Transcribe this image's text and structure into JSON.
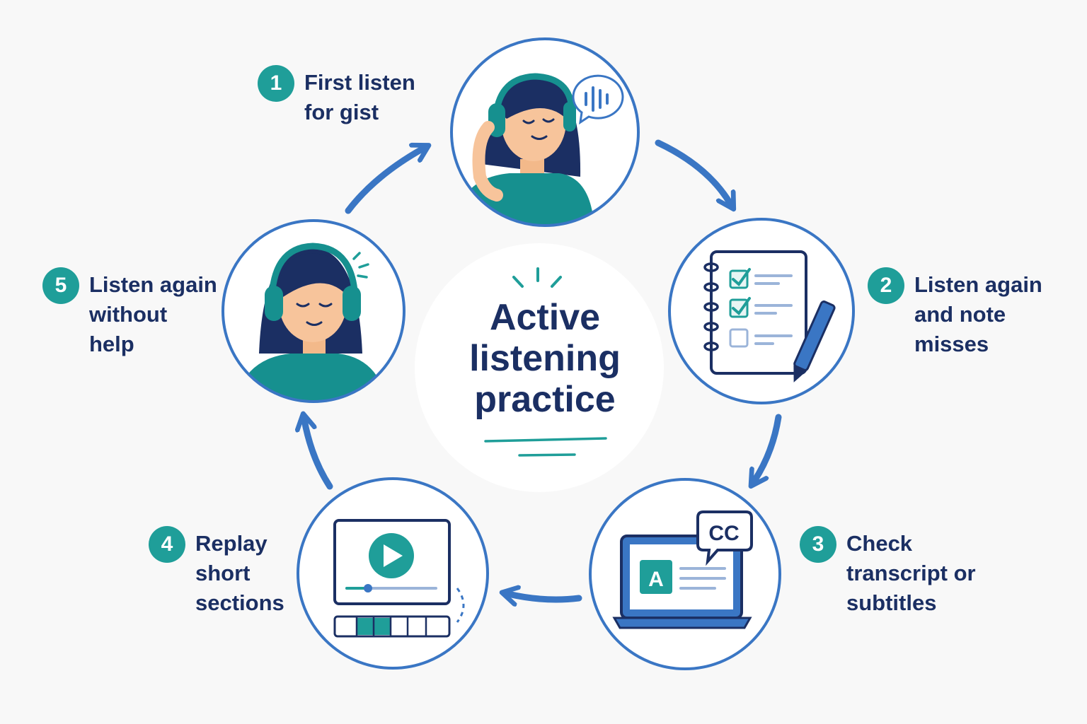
{
  "title": [
    "Active",
    "listening",
    "practice"
  ],
  "steps": [
    {
      "number": "1",
      "lines": [
        "First listen",
        "for gist"
      ],
      "icon": "headphones-speech-icon"
    },
    {
      "number": "2",
      "lines": [
        "Listen again",
        "and note",
        "misses"
      ],
      "icon": "checklist-notebook-icon"
    },
    {
      "number": "3",
      "lines": [
        "Check",
        "transcript or",
        "subtitles"
      ],
      "icon": "laptop-captions-icon"
    },
    {
      "number": "4",
      "lines": [
        "Replay",
        "short",
        "sections"
      ],
      "icon": "video-player-icon"
    },
    {
      "number": "5",
      "lines": [
        "Listen again",
        "without",
        "help"
      ],
      "icon": "headphones-listener-icon"
    }
  ],
  "caption_badge": "CC",
  "transcript_letter": "A",
  "colors": {
    "navy": "#1b2f63",
    "blue": "#3a76c4",
    "teal": "#1f9e99",
    "badge": "#1f9e99",
    "background": "#f8f8f8"
  }
}
